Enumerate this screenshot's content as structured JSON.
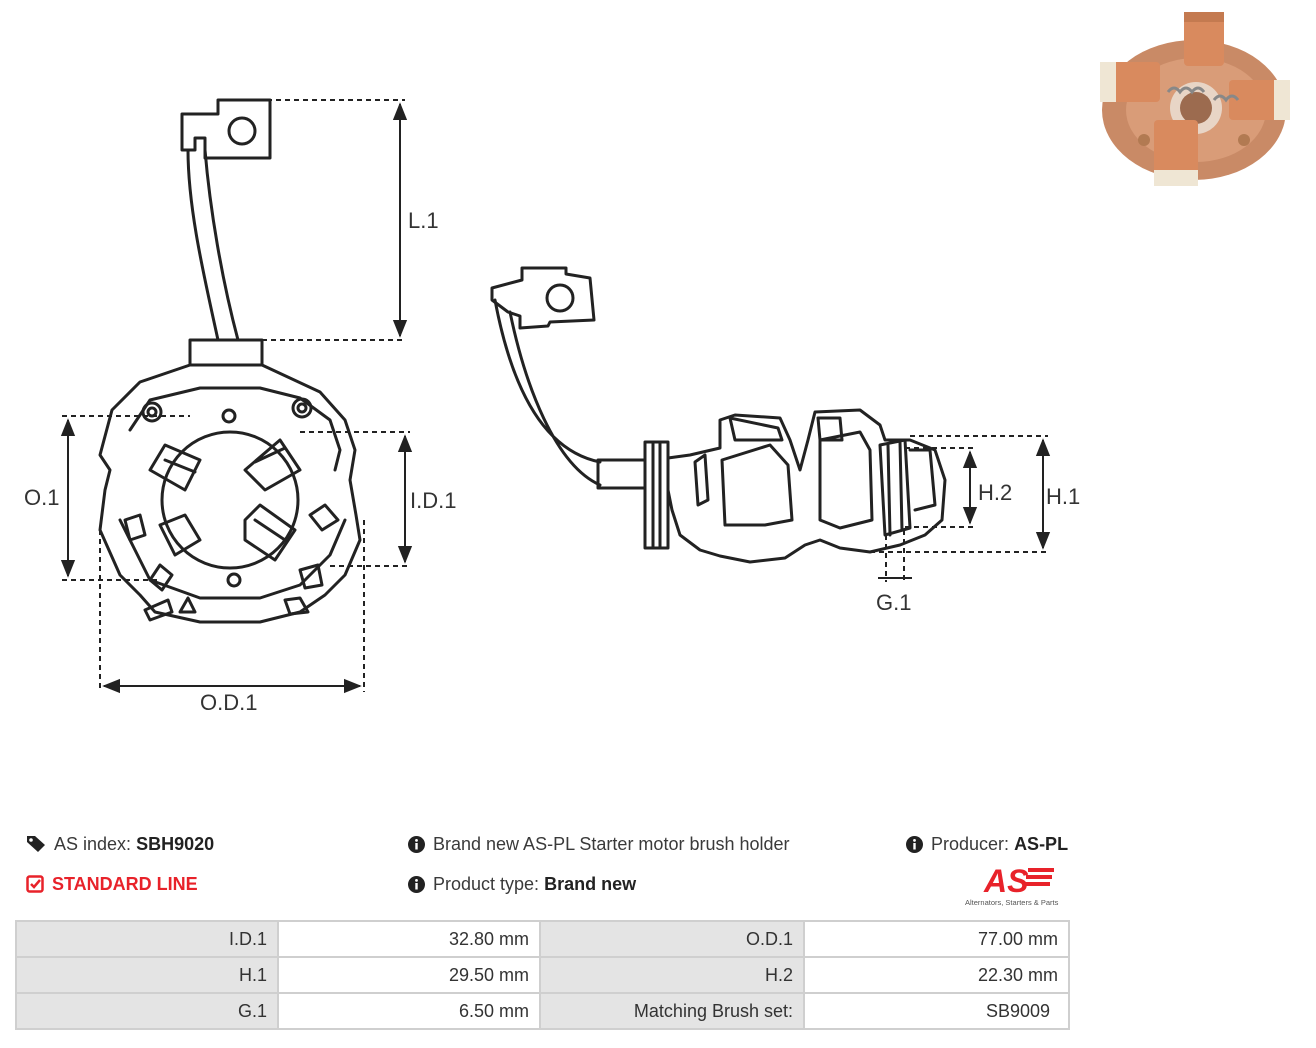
{
  "drawing": {
    "labels": {
      "l1": "L.1",
      "o1": "O.1",
      "id1": "I.D.1",
      "od1": "O.D.1",
      "h2": "H.2",
      "h1": "H.1",
      "g1": "G.1"
    }
  },
  "info": {
    "as_index_label": "AS index:",
    "as_index_value": "SBH9020",
    "standard_line": "STANDARD LINE",
    "description": "Brand new AS-PL Starter motor brush holder",
    "product_type_label": "Product type:",
    "product_type_value": "Brand new",
    "producer_label": "Producer:",
    "producer_value": "AS-PL"
  },
  "logo": {
    "mark": "AS",
    "tagline": "Alternators, Starters & Parts",
    "color": "#e8222a"
  },
  "specs": [
    {
      "l1": "I.D.1",
      "v1": "32.80 mm",
      "l2": "O.D.1",
      "v2": "77.00 mm"
    },
    {
      "l1": "H.1",
      "v1": "29.50 mm",
      "l2": "H.2",
      "v2": "22.30 mm"
    },
    {
      "l1": "G.1",
      "v1": "6.50 mm",
      "l2": "Matching Brush set:",
      "v2": "SB9009"
    }
  ],
  "icons": [
    "tag-icon",
    "check-square-icon",
    "info-icon",
    "info-icon",
    "info-icon"
  ]
}
